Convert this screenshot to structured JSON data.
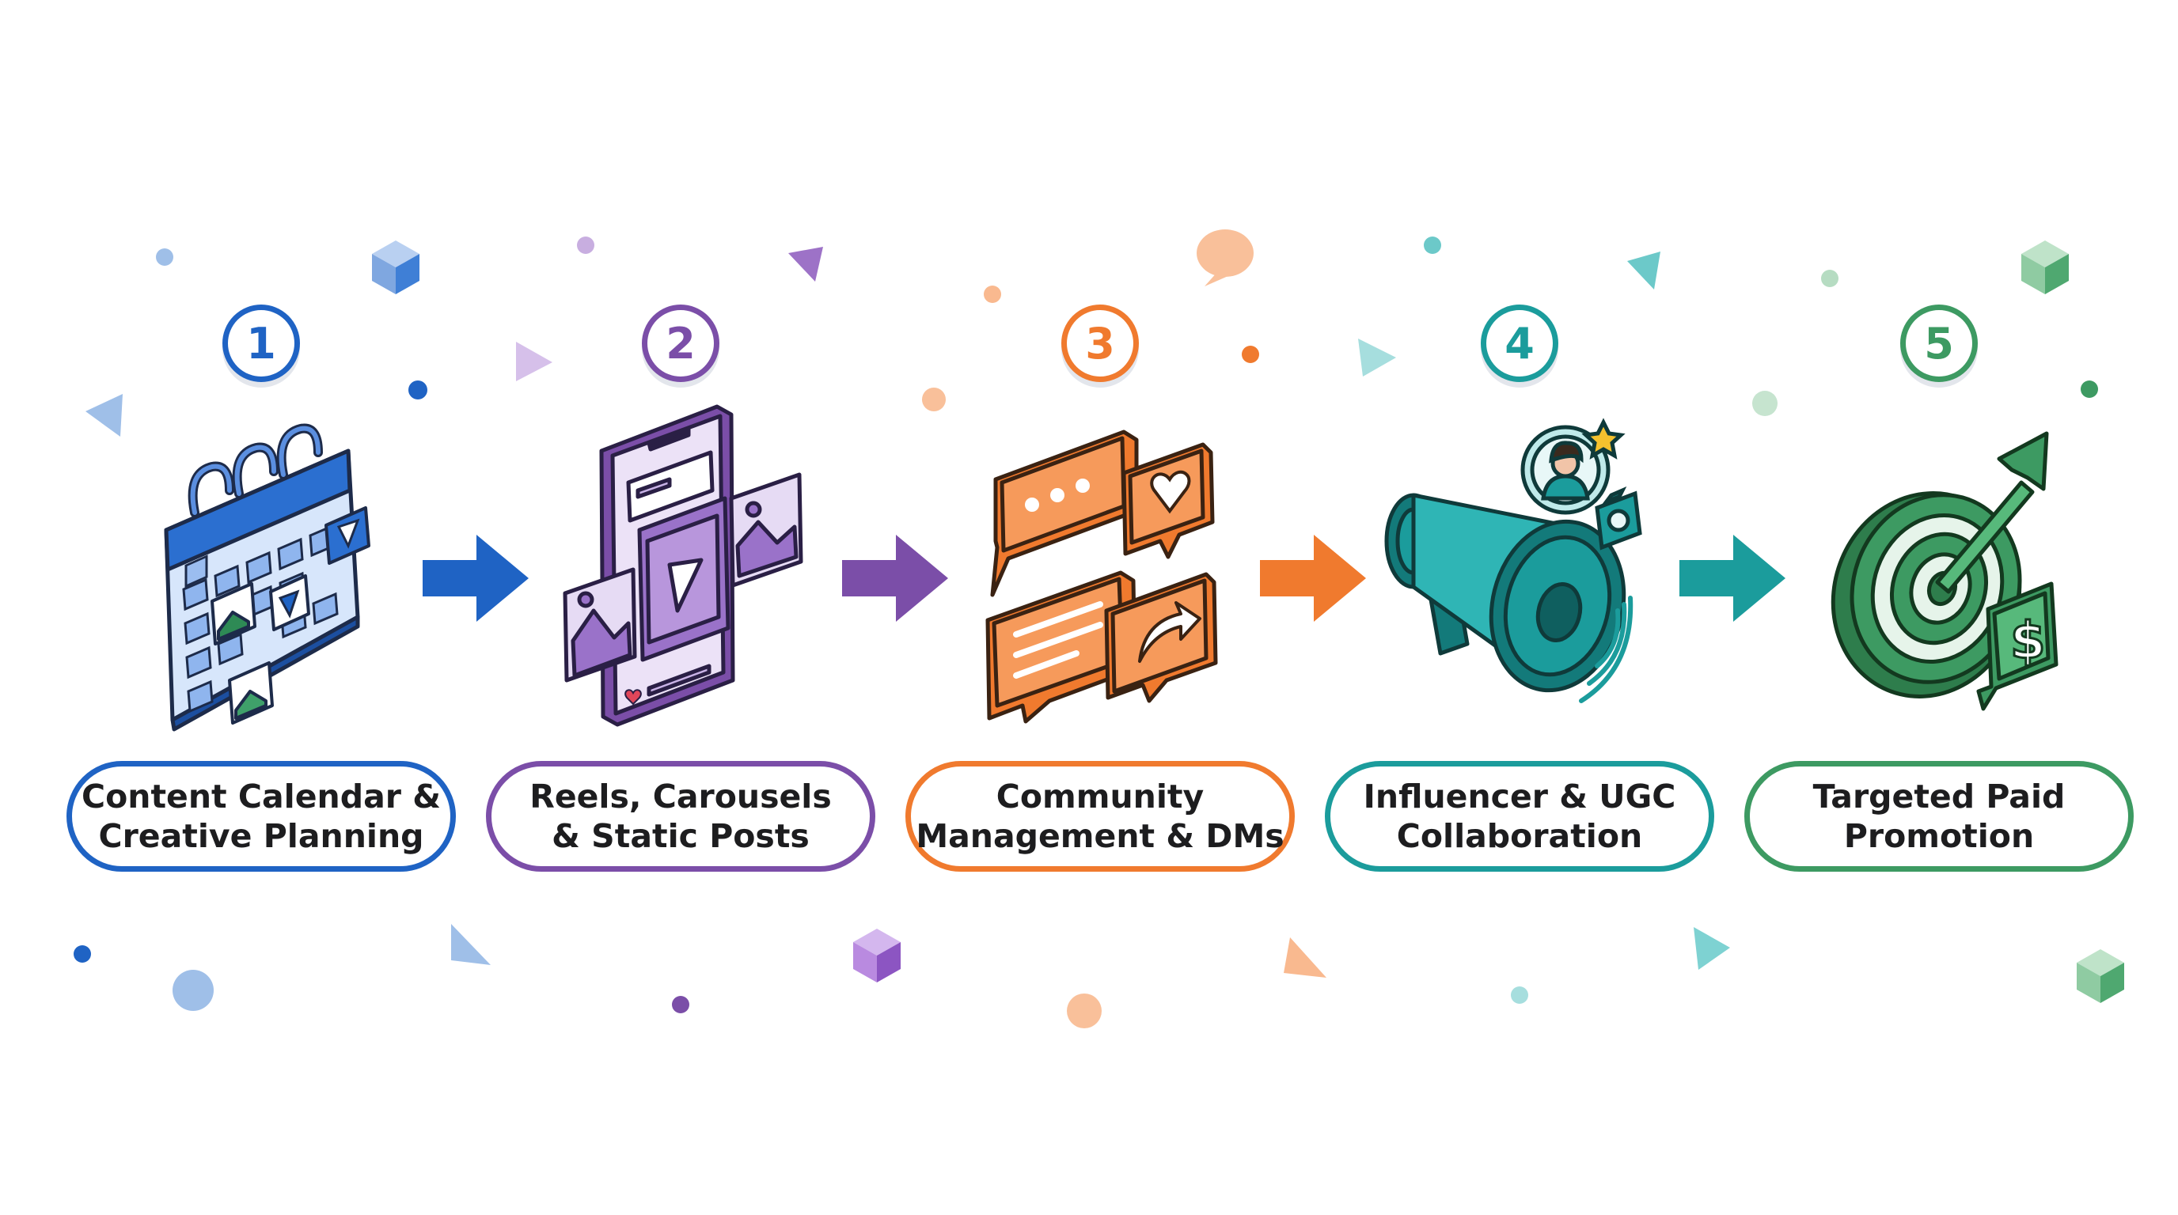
{
  "colors": {
    "blue": "#1f63c4",
    "purple": "#7b4ea8",
    "orange": "#f07a2e",
    "teal": "#1b9c9c",
    "green": "#3d9a62"
  },
  "steps": [
    {
      "number": "1",
      "label_line1": "Content Calendar &",
      "label_line2": "Creative Planning",
      "icon": "calendar-icon",
      "color": "#1f63c4"
    },
    {
      "number": "2",
      "label_line1": "Reels, Carousels",
      "label_line2": "& Static Posts",
      "icon": "phone-reels-icon",
      "color": "#7b4ea8"
    },
    {
      "number": "3",
      "label_line1": "Community",
      "label_line2": "Management & DMs",
      "icon": "chat-bubbles-icon",
      "color": "#f07a2e"
    },
    {
      "number": "4",
      "label_line1": "Influencer & UGC",
      "label_line2": "Collaboration",
      "icon": "megaphone-icon",
      "color": "#1b9c9c"
    },
    {
      "number": "5",
      "label_line1": "Targeted Paid",
      "label_line2": "Promotion",
      "icon": "target-icon",
      "color": "#3d9a62"
    }
  ]
}
